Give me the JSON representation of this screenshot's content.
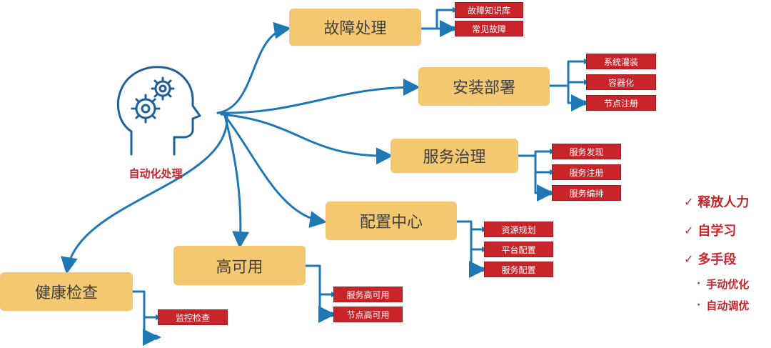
{
  "center": {
    "label": "自动化处理",
    "icon": "head-gears-icon"
  },
  "topics": {
    "fault": {
      "label": "故障处理",
      "leaves": [
        "故障知识库",
        "常见故障"
      ]
    },
    "install": {
      "label": "安装部署",
      "leaves": [
        "系统灌装",
        "容器化",
        "节点注册"
      ]
    },
    "service": {
      "label": "服务治理",
      "leaves": [
        "服务发现",
        "服务注册",
        "服务编排"
      ]
    },
    "config": {
      "label": "配置中心",
      "leaves": [
        "资源规划",
        "平台配置",
        "服务配置"
      ]
    },
    "ha": {
      "label": "高可用",
      "leaves": [
        "服务高可用",
        "节点高可用"
      ]
    },
    "health": {
      "label": "健康检查",
      "leaves": [
        "监控检查"
      ]
    }
  },
  "benefits": {
    "items": [
      "释放人力",
      "自学习",
      "多手段"
    ],
    "sub_items": [
      "手动优化",
      "自动调优"
    ],
    "tick": "✓",
    "bullet": "·"
  },
  "colors": {
    "topic_fill": "#f4c871",
    "leaf_fill": "#c8242a",
    "connector": "#1f77b4",
    "highlight_text": "#c8242a"
  }
}
